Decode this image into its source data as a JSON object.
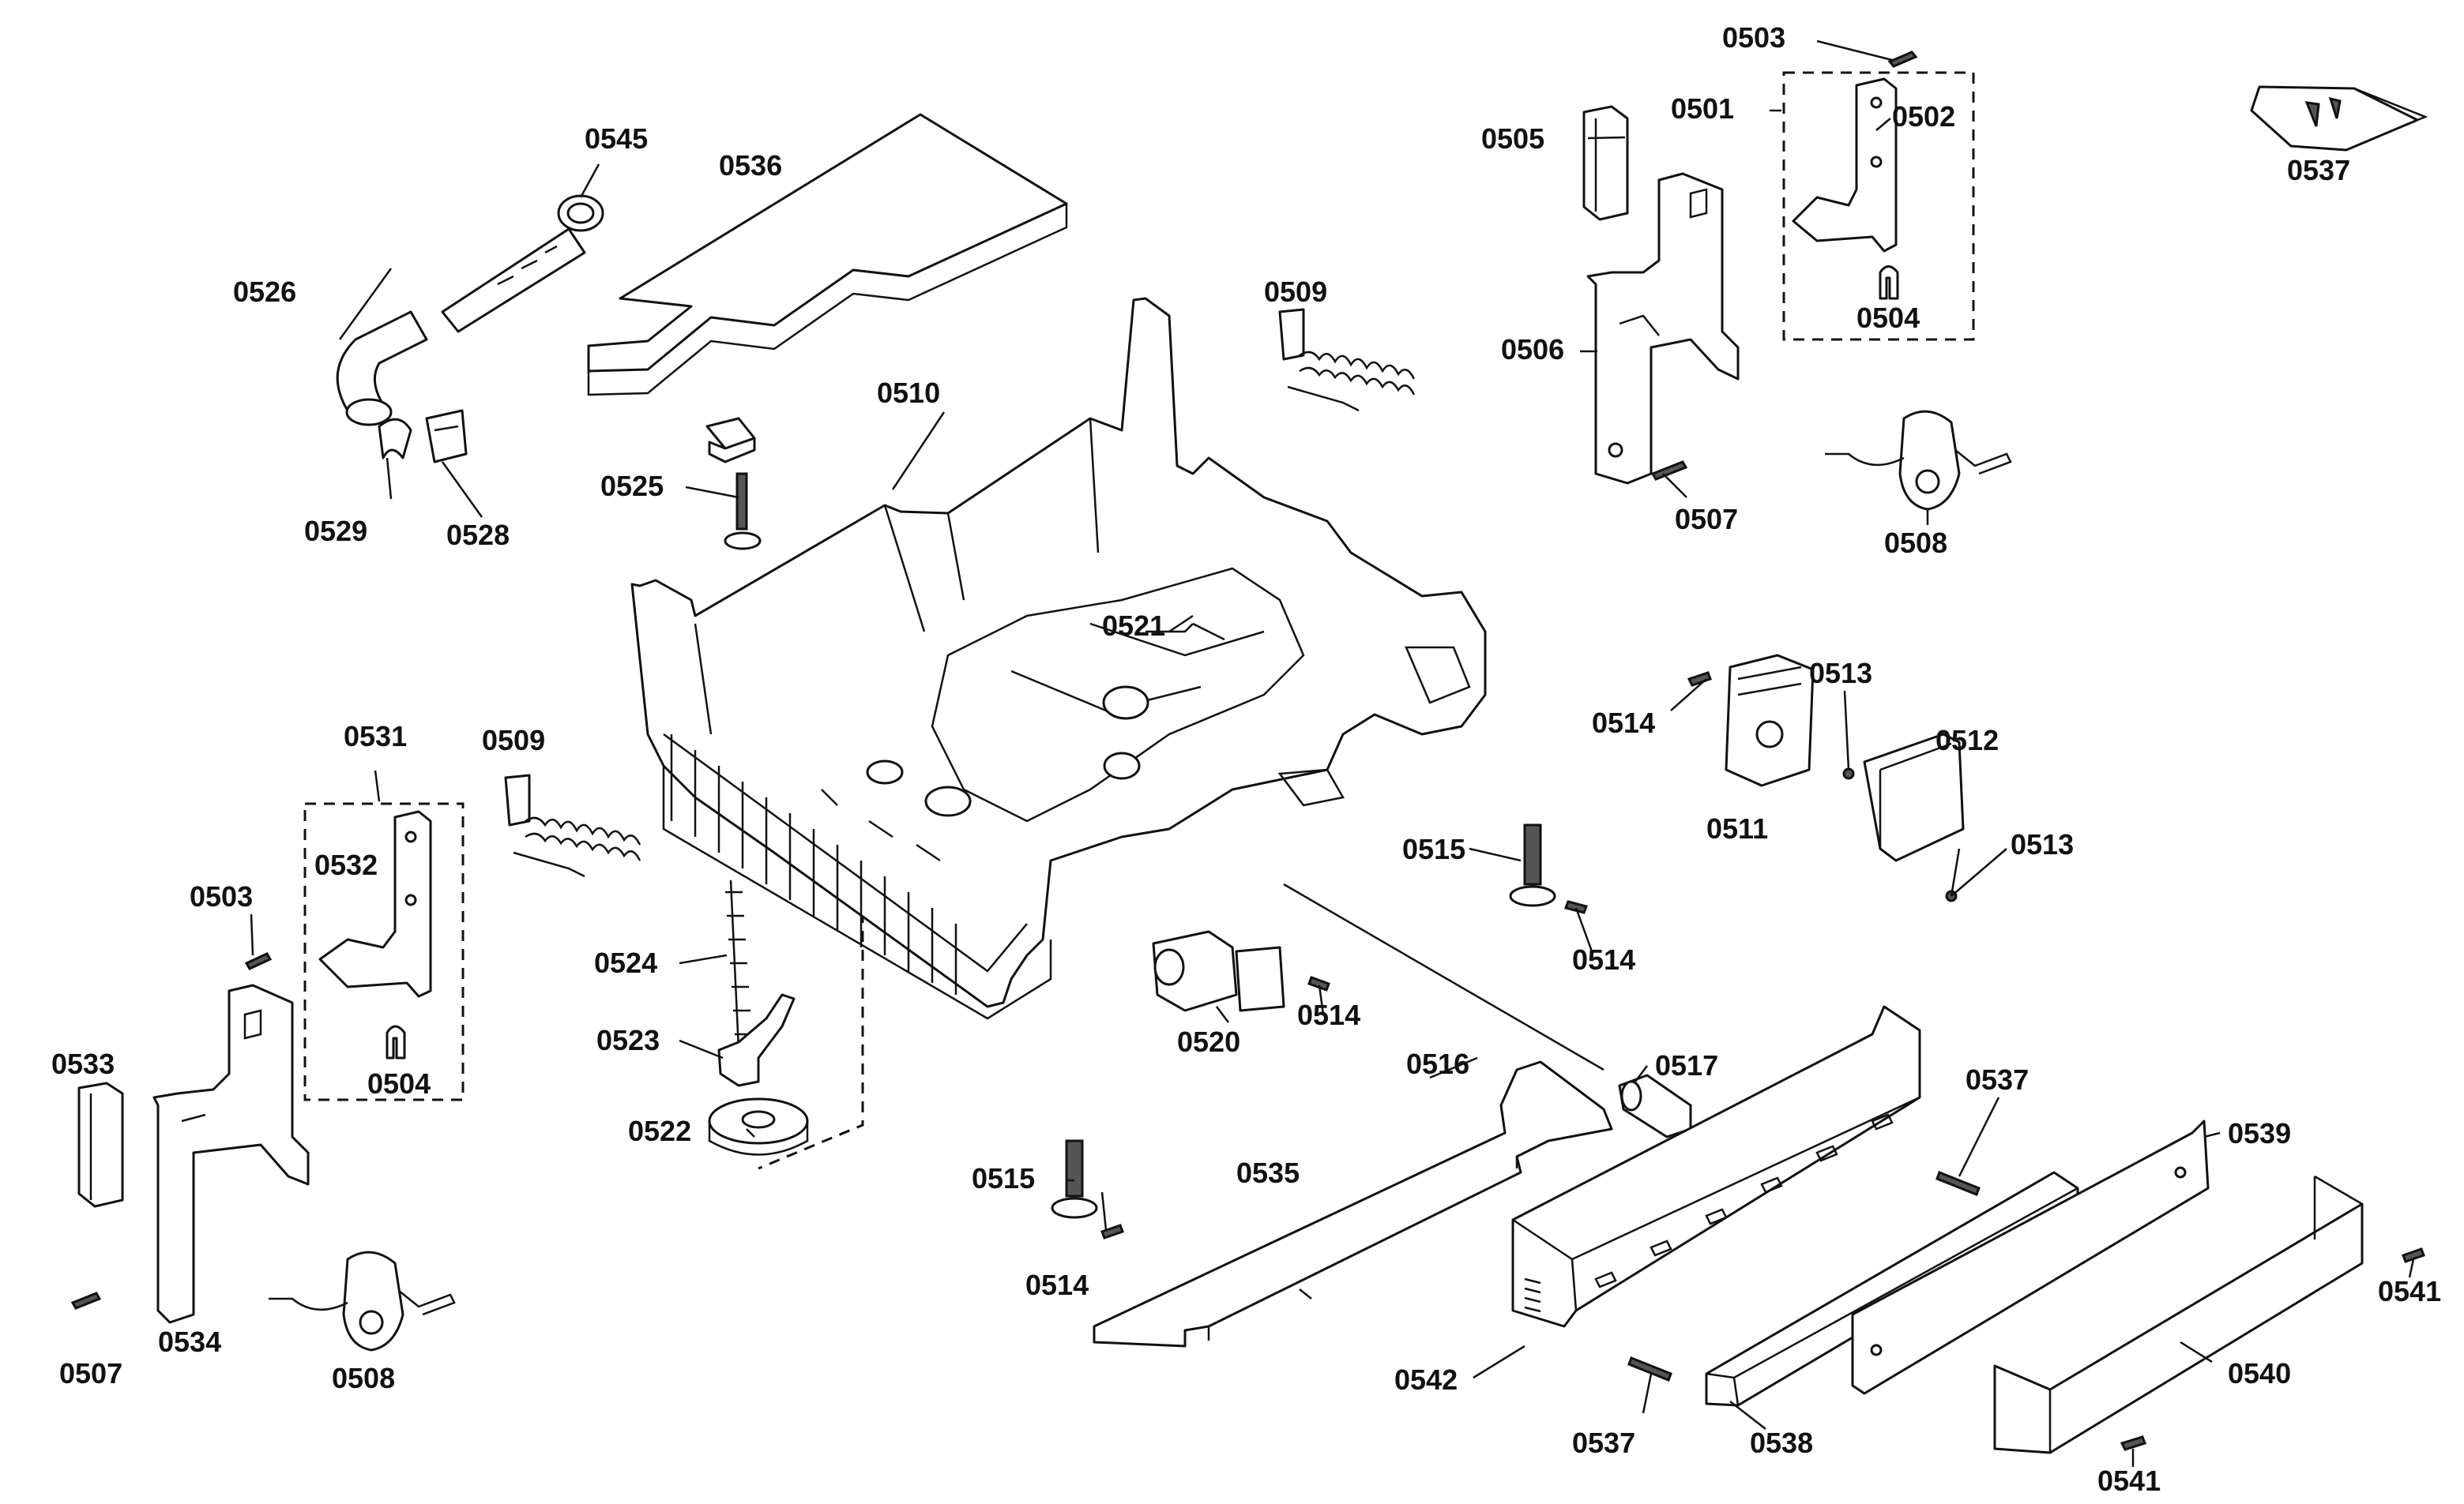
{
  "labels": {
    "p0501": "0501",
    "p0502": "0502",
    "p0503": "0503",
    "p0504": "0504",
    "p0505": "0505",
    "p0506": "0506",
    "p0507": "0507",
    "p0508": "0508",
    "p0509": "0509",
    "p0510": "0510",
    "p0511": "0511",
    "p0512": "0512",
    "p0513": "0513",
    "p0514": "0514",
    "p0515": "0515",
    "p0516": "0516",
    "p0517": "0517",
    "p0520": "0520",
    "p0521": "0521",
    "p0522": "0522",
    "p0523": "0523",
    "p0524": "0524",
    "p0525": "0525",
    "p0526": "0526",
    "p0528": "0528",
    "p0529": "0529",
    "p0531": "0531",
    "p0532": "0532",
    "p0533": "0533",
    "p0534": "0534",
    "p0535": "0535",
    "p0536": "0536",
    "p0537": "0537",
    "p0538": "0538",
    "p0539": "0539",
    "p0540": "0540",
    "p0541": "0541",
    "p0542": "0542",
    "p0545": "0545"
  }
}
